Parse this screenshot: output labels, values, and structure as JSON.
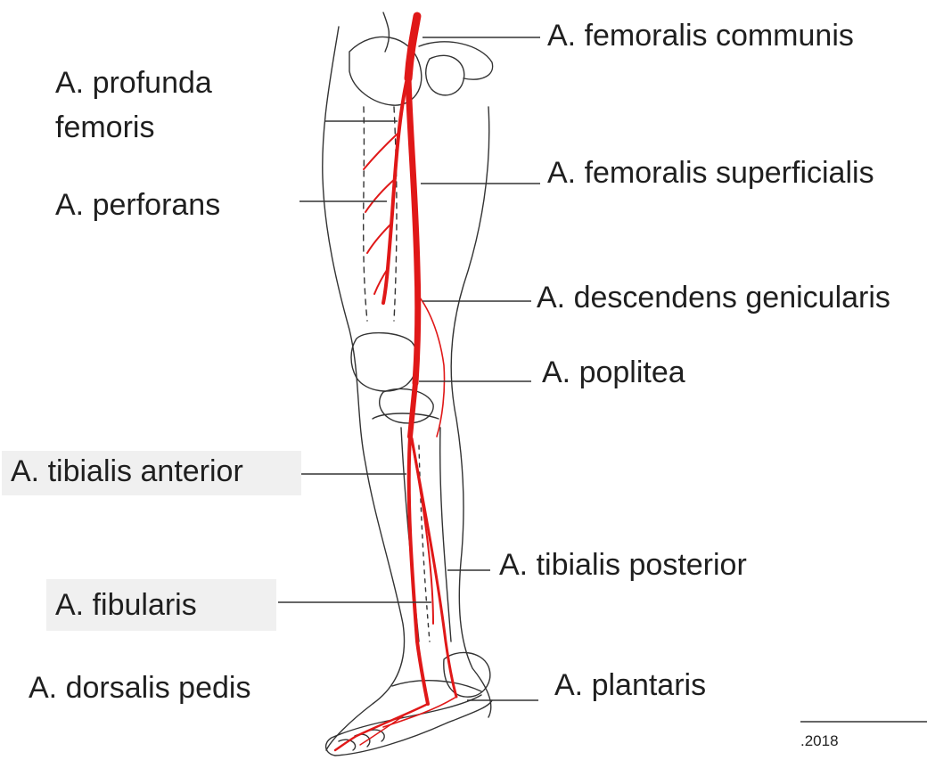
{
  "labels": {
    "femoralis_communis": "A. femoralis communis",
    "profunda_line1": "A. profunda",
    "profunda_line2": "femoris",
    "femoralis_superficialis": "A. femoralis superficialis",
    "perforans": "A. perforans",
    "descendens_genicularis": "A. descendens genicularis",
    "poplitea": "A. poplitea",
    "tibialis_anterior": "A. tibialis anterior",
    "tibialis_posterior": "A. tibialis posterior",
    "fibularis": "A. fibularis",
    "dorsalis_pedis": "A. dorsalis pedis",
    "plantaris": "A. plantaris"
  },
  "footer": {
    "text": ".2018"
  },
  "colors": {
    "artery": "#e01818",
    "outline": "#333333",
    "leader": "#333333",
    "label_box": "#f0f0f0"
  }
}
